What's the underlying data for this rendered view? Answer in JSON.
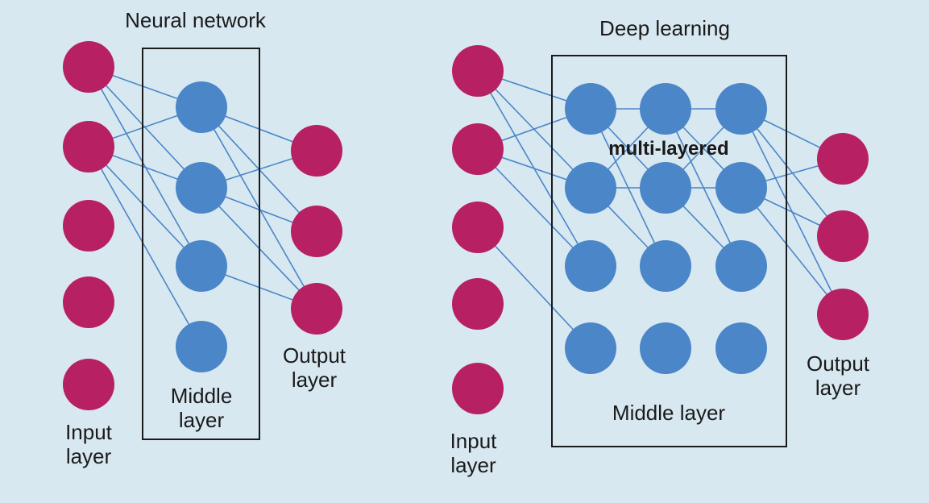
{
  "colors": {
    "background": "#d8e8f1",
    "input_output_node": "#b72063",
    "hidden_node": "#4a86c8",
    "connection": "#4a86c8",
    "box_border": "#1a1a1a"
  },
  "left_diagram": {
    "title": "Neural network",
    "input_label_1": "Input",
    "input_label_2": "layer",
    "middle_label_1": "Middle",
    "middle_label_2": "layer",
    "output_label_1": "Output",
    "output_label_2": "layer"
  },
  "right_diagram": {
    "title": "Deep learning",
    "annotation": "multi-layered",
    "input_label_1": "Input",
    "input_label_2": "layer",
    "middle_label": "Middle layer",
    "output_label_1": "Output",
    "output_label_2": "layer"
  }
}
